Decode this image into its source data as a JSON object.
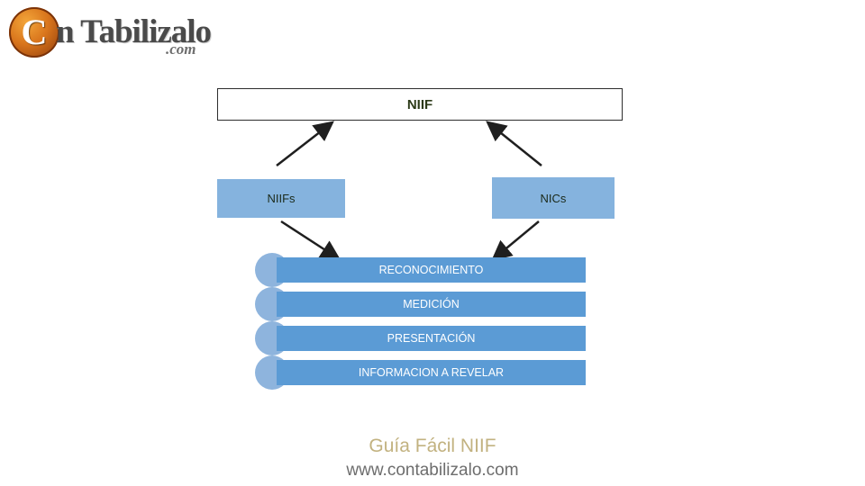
{
  "logo": {
    "badge_letter": "C",
    "word": "n Tabilizalo",
    "dotcom": ".com",
    "alt": "Contabilizalo.com"
  },
  "diagram": {
    "root": {
      "label": "NIIF"
    },
    "branches": [
      {
        "id": "niifs",
        "label": "NIIFs"
      },
      {
        "id": "nics",
        "label": "NICs"
      }
    ],
    "bars": [
      {
        "id": "b1",
        "label": "RECONOCIMIENTO"
      },
      {
        "id": "b2",
        "label": "MEDICIÓN"
      },
      {
        "id": "b3",
        "label": "PRESENTACIÓN"
      },
      {
        "id": "b4",
        "label": "INFORMACION A REVELAR"
      }
    ],
    "colors": {
      "bar_fill": "#5b9bd5",
      "branch_fill": "#85b3de",
      "bullet_fill": "#8eb4dd",
      "arrow": "#1f1f1f",
      "root_border": "#2d2d2d"
    }
  },
  "footer": {
    "line1": "Guía Fácil NIIF",
    "line2": "www.contabilizalo.com"
  }
}
